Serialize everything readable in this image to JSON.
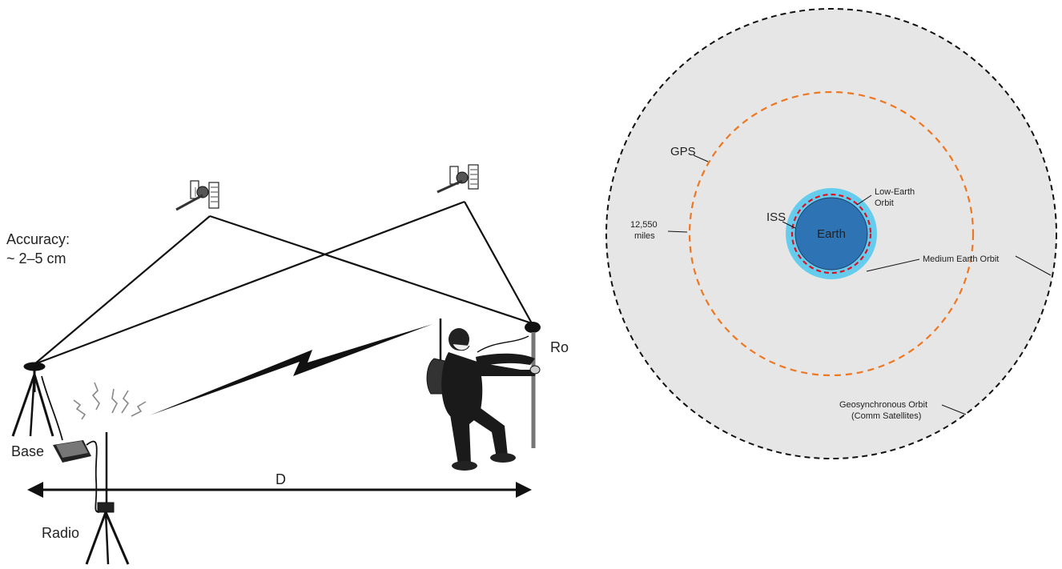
{
  "rtk": {
    "accuracy_line1": "Accuracy:",
    "accuracy_line2": "~ 2–5 cm",
    "base_label": "Base",
    "radio_label": "Radio",
    "distance_label": "D",
    "rover_label": "Ro"
  },
  "orbits": {
    "earth_label": "Earth",
    "iss_label": "ISS",
    "gps_label": "GPS",
    "leo_line1": "Low-Earth",
    "leo_line2": "Orbit",
    "meo_label": "Medium Earth Orbit",
    "distance_line1": "12,550",
    "distance_line2": "miles",
    "geo_line1": "Geosynchronous Orbit",
    "geo_line2": "(Comm Satellites)",
    "colors": {
      "earth": "#2e74b5",
      "leo_band": "#66ccee",
      "meo_orbit": "#ee7722",
      "leo_orbit": "#dd1122",
      "geo_region": "#e6e6e6",
      "geo_orbit": "#111111"
    }
  }
}
